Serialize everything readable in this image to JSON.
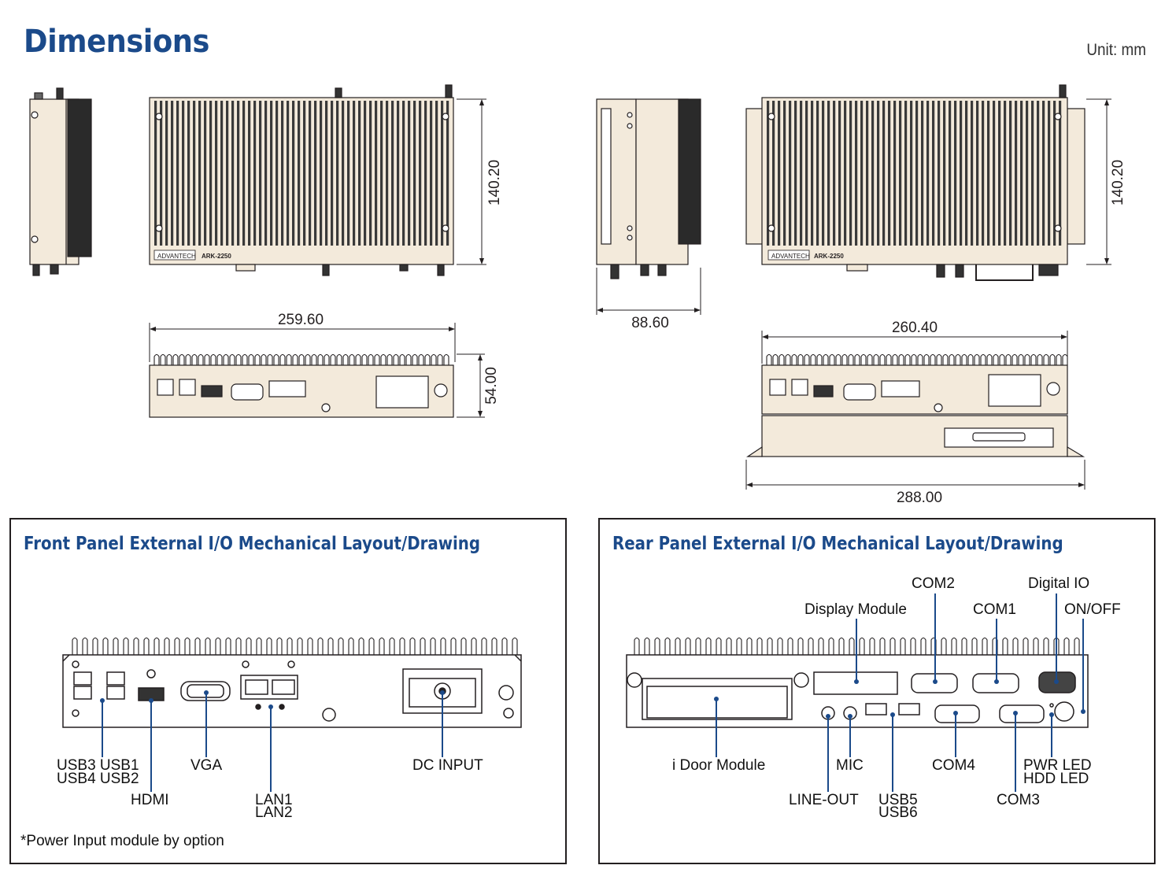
{
  "page": {
    "title": "Dimensions",
    "unit": "Unit: mm"
  },
  "dimensions": {
    "front_height": "140.20",
    "front_width": "259.60",
    "front_depth_height": "54.00",
    "side_depth": "88.60",
    "rear_height": "140.20",
    "rear_width": "260.40",
    "rear_bracket_width": "288.00"
  },
  "front_panel": {
    "title": "Front Panel External I/O Mechanical Layout/Drawing",
    "labels": {
      "usb_top": "USB3 USB1",
      "usb_bottom": "USB4 USB2",
      "hdmi": "HDMI",
      "vga": "VGA",
      "lan1": "LAN1",
      "lan2": "LAN2",
      "dc_input": "DC INPUT"
    },
    "footnote": "*Power Input module by option"
  },
  "rear_panel": {
    "title": "Rear Panel External I/O Mechanical Layout/Drawing",
    "labels": {
      "com2": "COM2",
      "digital_io": "Digital IO",
      "display_module": "Display Module",
      "com1": "COM1",
      "on_off": "ON/OFF",
      "idoor_module": "i Door Module",
      "mic": "MIC",
      "com4": "COM4",
      "pwr_led": "PWR LED",
      "hdd_led": "HDD LED",
      "line_out": "LINE-OUT",
      "usb5": "USB5",
      "usb6": "USB6",
      "com3": "COM3"
    }
  },
  "device": {
    "brand": "ADVANTECH",
    "model": "ARK-2250"
  },
  "colors": {
    "title_blue": "#1b4a8a",
    "chassis": "#f3eadb",
    "line": "#231f20",
    "leader": "#1b4a8a"
  }
}
